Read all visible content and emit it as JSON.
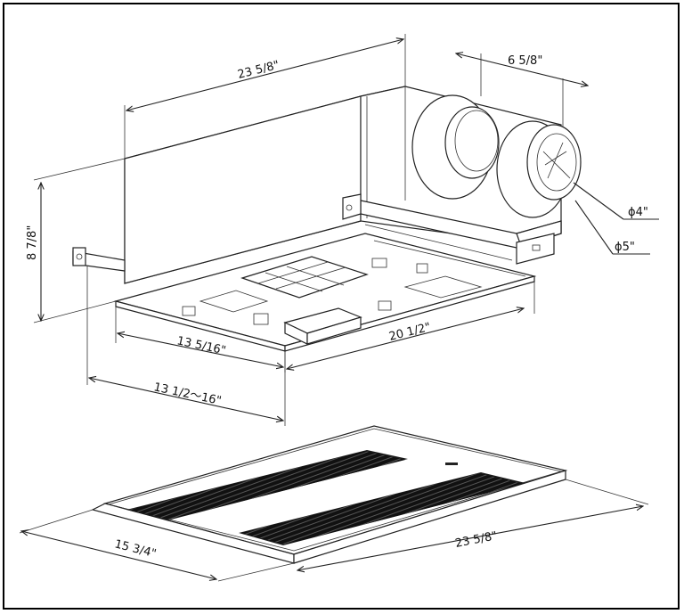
{
  "dimensions": {
    "top_length": "23 5/8\"",
    "duct_spacing": "6 5/8\"",
    "height": "8 7/8\"",
    "duct_small": "ϕ4\"",
    "duct_large": "ϕ5\"",
    "width_depth": "13 5/16\"",
    "flange_length": "20 1/2\"",
    "joist_span": "13 1/2～16\"",
    "grille_width": "15 3/4\"",
    "grille_length": "23 5/8\""
  },
  "colors": {
    "line": "#222222",
    "grille": "#1a1a1a",
    "background": "#ffffff"
  }
}
